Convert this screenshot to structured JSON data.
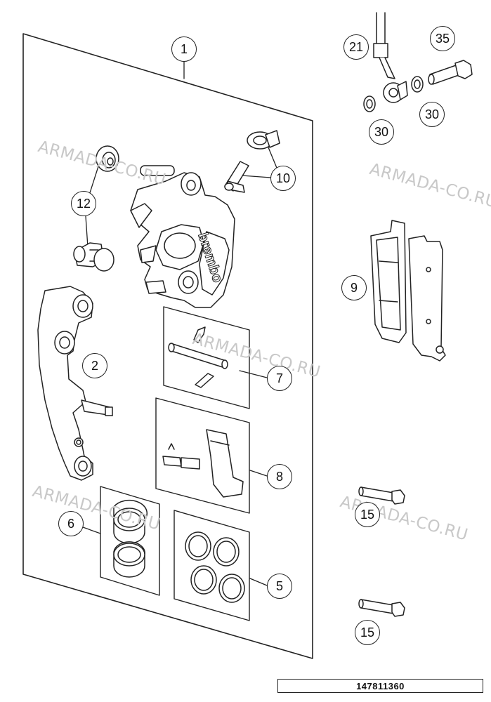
{
  "watermark": "ARMADA-CO.RU",
  "document_number": "147811360",
  "callouts": {
    "c1": "1",
    "c2": "2",
    "c5": "5",
    "c6": "6",
    "c7": "7",
    "c8": "8",
    "c9": "9",
    "c10": "10",
    "c12": "12",
    "c15a": "15",
    "c15b": "15",
    "c21": "21",
    "c30a": "30",
    "c30b": "30",
    "c35": "35"
  },
  "caliper_brand": "brembo",
  "colors": {
    "line": "#222222",
    "panel": "#ffffff",
    "watermark": "#c8c8c8"
  }
}
